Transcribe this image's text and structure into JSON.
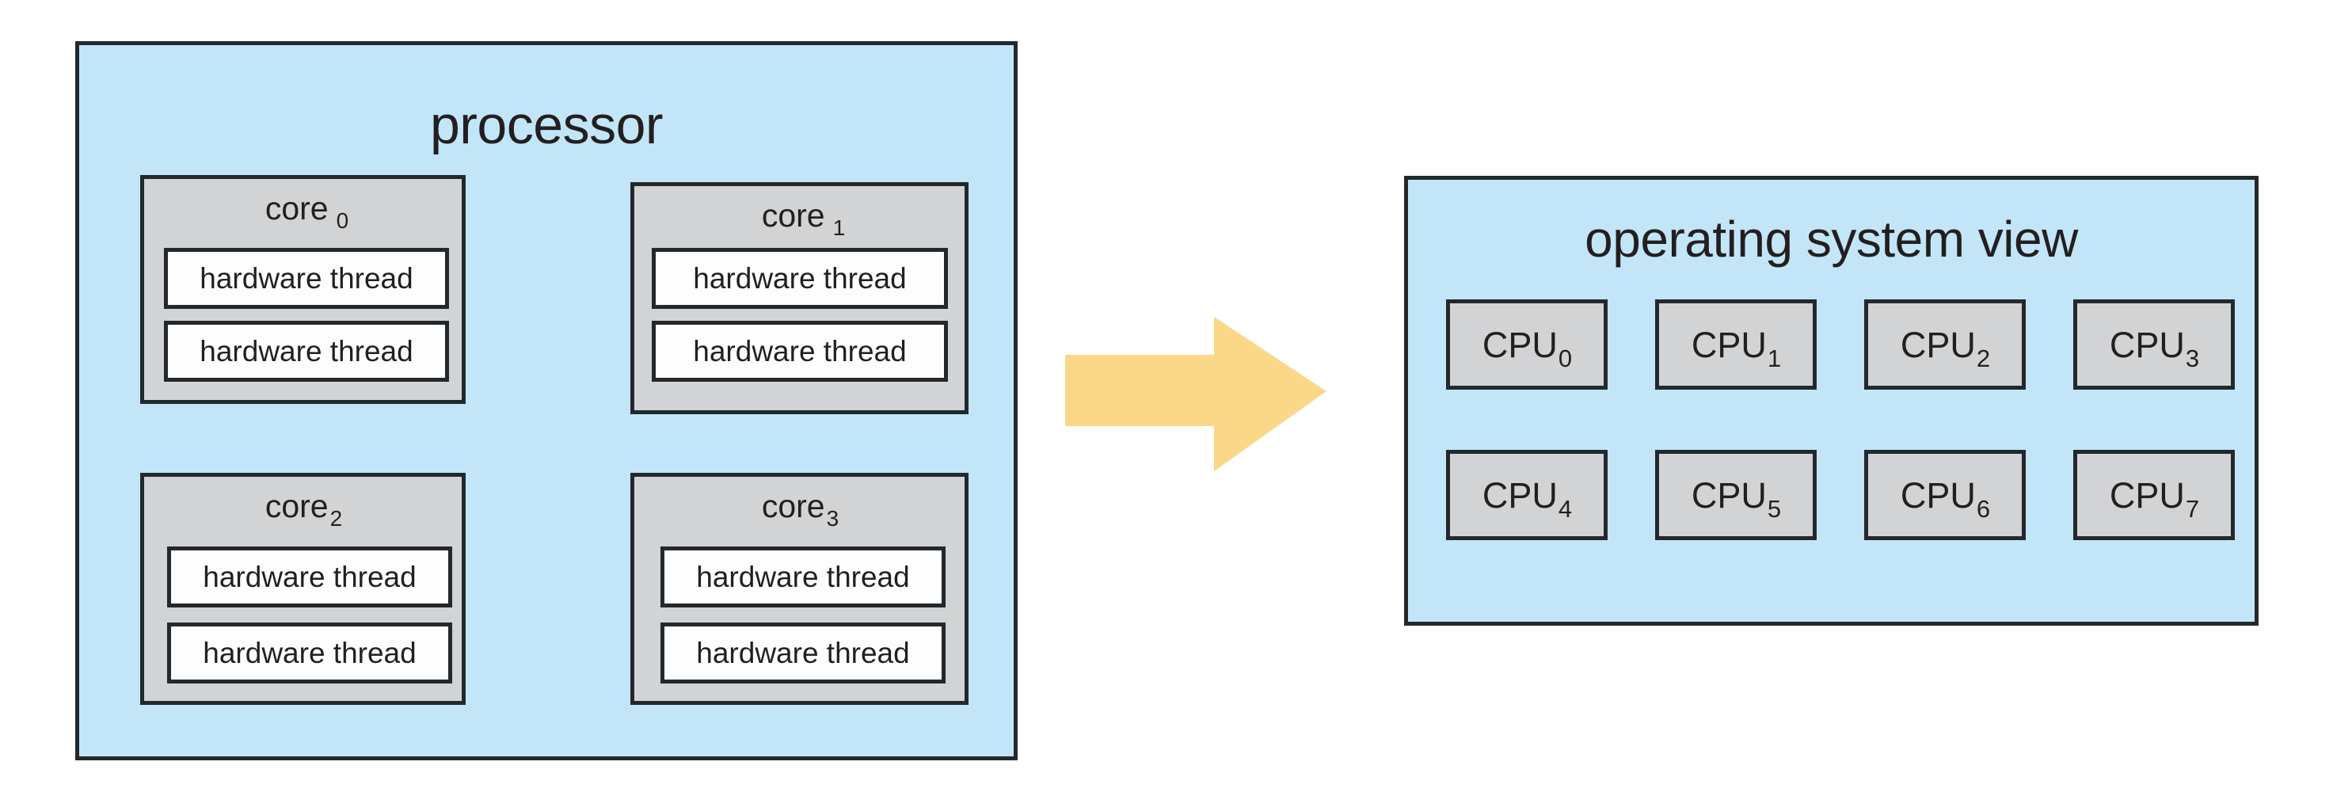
{
  "diagram": {
    "title_left": "processor",
    "title_right": "operating system view",
    "arrow": {
      "name": "right-arrow",
      "color": "#fbd888",
      "direction": "right"
    }
  },
  "colors": {
    "panel_fill": "#c2e6f8",
    "box_fill": "#d2d3d4",
    "thread_fill": "#fdfdfd",
    "stroke": "#23282d",
    "arrow": "#fbd888",
    "text": "#231f20"
  },
  "processor": {
    "title": "processor",
    "cores": [
      {
        "label": "core",
        "index": "0",
        "threads": [
          {
            "label": "hardware thread"
          },
          {
            "label": "hardware thread"
          }
        ]
      },
      {
        "label": "core",
        "index": "1",
        "threads": [
          {
            "label": "hardware thread"
          },
          {
            "label": "hardware thread"
          }
        ]
      },
      {
        "label": "core",
        "index": "2",
        "threads": [
          {
            "label": "hardware thread"
          },
          {
            "label": "hardware thread"
          }
        ]
      },
      {
        "label": "core",
        "index": "3",
        "threads": [
          {
            "label": "hardware thread"
          },
          {
            "label": "hardware thread"
          }
        ]
      }
    ]
  },
  "os_view": {
    "title": "operating system view",
    "cpus": [
      {
        "label": "CPU",
        "index": "0"
      },
      {
        "label": "CPU",
        "index": "1"
      },
      {
        "label": "CPU",
        "index": "2"
      },
      {
        "label": "CPU",
        "index": "3"
      },
      {
        "label": "CPU",
        "index": "4"
      },
      {
        "label": "CPU",
        "index": "5"
      },
      {
        "label": "CPU",
        "index": "6"
      },
      {
        "label": "CPU",
        "index": "7"
      }
    ]
  }
}
